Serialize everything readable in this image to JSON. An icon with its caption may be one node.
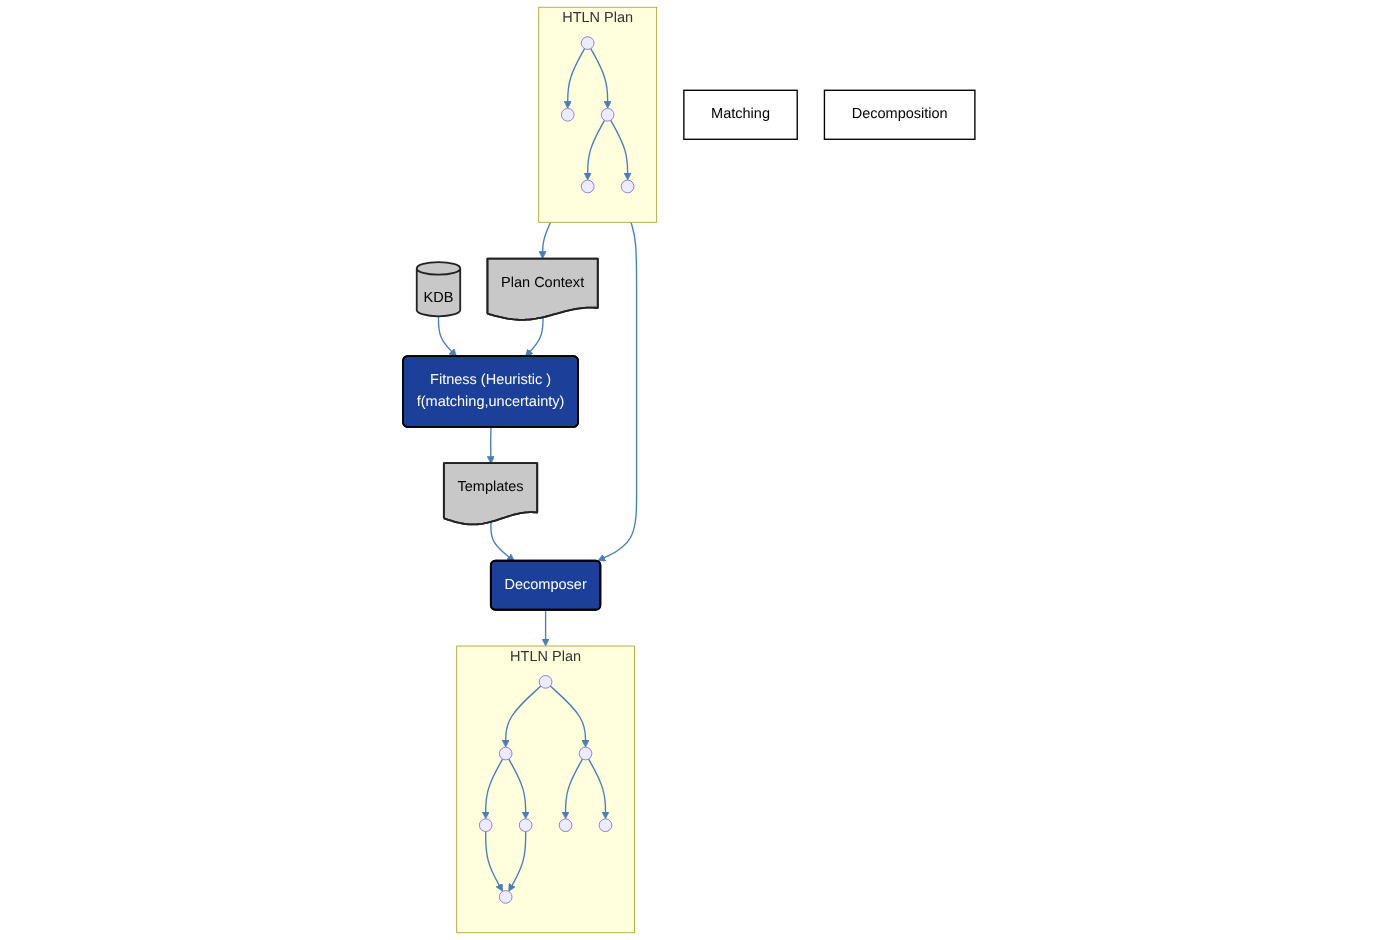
{
  "diagram": {
    "nodes": [
      {
        "text": [
          "KDB"
        ]
      },
      {
        "text": [
          "Matching"
        ]
      },
      {
        "text": [
          "HTLN Plan"
        ]
      },
      {
        "text": [],
        "shape": "circle",
        "in": 2
      },
      {
        "text": [],
        "shape": "circle",
        "in": 2
      },
      {
        "text": [],
        "shape": "circle",
        "in": 2
      },
      {
        "text": [],
        "shape": "circle",
        "in": 2
      },
      {
        "text": [],
        "shape": "circle",
        "in": 2
      },
      {
        "text": [
          "Plan Context"
        ]
      },
      {
        "text": [
          "Fitness (Heuristic )",
          "f(matching,uncertainty)"
        ]
      },
      {
        "text": [
          "Decomposition"
        ]
      },
      {
        "text": [
          "Decomposer"
        ]
      },
      {
        "text": [
          "Templates"
        ]
      },
      {
        "text": [
          "HTLN Plan"
        ]
      },
      {
        "text": [],
        "shape": "circle",
        "in": 13
      },
      {
        "text": [],
        "shape": "circle",
        "in": 13
      },
      {
        "text": [],
        "shape": "circle",
        "in": 13
      },
      {
        "text": [],
        "shape": "circle",
        "in": 13
      },
      {
        "text": [],
        "shape": "circle",
        "in": 13
      },
      {
        "text": [],
        "shape": "circle",
        "in": 13
      },
      {
        "text": [],
        "shape": "circle",
        "in": 13
      },
      {
        "text": [],
        "shape": "circle",
        "in": 13
      }
    ],
    "edges": [
      {
        "from": 0,
        "to": 9,
        "arrow": "to"
      },
      {
        "from": 3,
        "to": 4,
        "arrow": "to"
      },
      {
        "from": 3,
        "to": 5,
        "arrow": "to"
      },
      {
        "from": 5,
        "to": 6,
        "arrow": "to"
      },
      {
        "from": 5,
        "to": 7,
        "arrow": "to"
      },
      {
        "from": 2,
        "to": 8,
        "arrow": "to"
      },
      {
        "from": 8,
        "to": 9,
        "arrow": "to"
      },
      {
        "from": 9,
        "to": 12,
        "arrow": "to"
      },
      {
        "from": 12,
        "to": 11,
        "arrow": "to"
      },
      {
        "from": 2,
        "to": 11,
        "arrow": "to"
      },
      {
        "from": 11,
        "to": 13,
        "arrow": "to"
      },
      {
        "from": 14,
        "to": 15,
        "arrow": "to"
      },
      {
        "from": 14,
        "to": 16,
        "arrow": "to"
      },
      {
        "from": 15,
        "to": 17,
        "arrow": "to"
      },
      {
        "from": 15,
        "to": 18,
        "arrow": "to"
      },
      {
        "from": 17,
        "to": 21,
        "arrow": "to"
      },
      {
        "from": 18,
        "to": 21,
        "arrow": "to"
      },
      {
        "from": 16,
        "to": 19,
        "arrow": "to"
      },
      {
        "from": 16,
        "to": 20,
        "arrow": "to"
      }
    ]
  }
}
